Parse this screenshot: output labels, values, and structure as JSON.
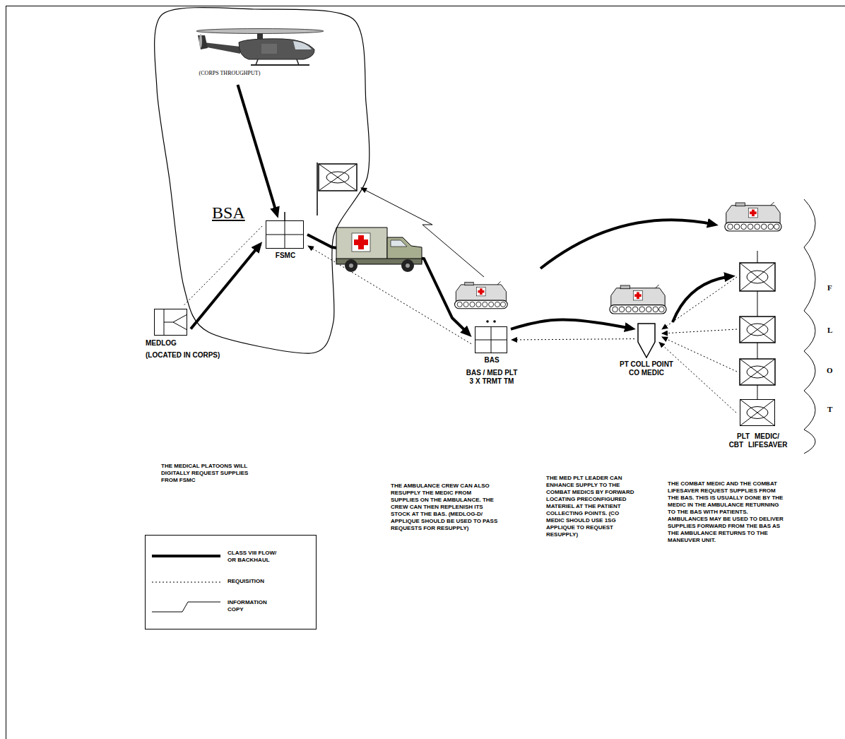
{
  "diagram": {
    "nodes": [
      {
        "text": [
          "BSA"
        ]
      },
      {
        "text": [
          "(CORPS THROUGHPUT)"
        ],
        "in": 0
      },
      {
        "text": [
          "FSMC"
        ],
        "in": 0
      },
      {
        "text": [
          "MEDLOG",
          "(LOCATED IN CORPS)"
        ]
      },
      {
        "text": [
          "BAS",
          "BAS / MED PLT 3 X TRMT TM"
        ]
      },
      {
        "text": [
          "PT COLL POINT CO MEDIC"
        ]
      },
      {
        "text": [
          "PLT MEDIC/ CBT LIFESAVER"
        ]
      }
    ],
    "edges": [
      {
        "from": 1,
        "to": 2,
        "arrow": "to"
      },
      {
        "from": 3,
        "to": 2,
        "arrow": "to"
      },
      {
        "from": 2,
        "to": 3,
        "arrow": "none"
      },
      {
        "from": 2,
        "to": 4,
        "arrow": "to"
      },
      {
        "from": 4,
        "to": 2,
        "arrow": "to"
      },
      {
        "from": 4,
        "to": 5,
        "arrow": "to"
      },
      {
        "from": 5,
        "to": 4,
        "arrow": "to"
      },
      {
        "from": 6,
        "to": 5,
        "arrow": "to"
      }
    ],
    "labels": [
      "F",
      "L",
      "O",
      "T",
      "THE MEDICAL PLATOONS WILL DIGITALLY REQUEST SUPPLIES FROM FSMC",
      "THE AMBULANCE CREW CAN ALSO RESUPPLY THE MEDIC FROM SUPPLIES ON THE AMBULANCE. THE CREW CAN THEN REPLENISH ITS STOCK AT THE BAS. (MEDLOG-D/ APPLIQUE SHOULD BE USED TO PASS REQUESTS FOR RESUPPLY)",
      "THE MED PLT LEADER CAN ENHANCE SUPPLY TO THE COMBAT MEDICS BY FORWARD LOCATING PRECONFIGURED MATERIEL AT THE PATIENT COLLECTING POINTS. (CO MEDIC SHOULD USE 1SG APPLIQUE TO REQUEST RESUPPLY)",
      "THE COMBAT MEDIC AND THE COMBAT LIFESAVER REQUEST SUPPLIES FROM THE BAS. THIS IS USUALLY DONE BY THE MEDIC IN THE AMBULANCE RETURNING TO THE BAS WITH PATIENTS. AMBULANCES MAY BE USED TO DELIVER SUPPLIES FORWARD FROM THE BAS AS THE AMBULANCE RETURNS TO THE MANEUVER UNIT."
    ],
    "legend": [
      {
        "text": "CLASS VIII FLOW/ OR BACKHAUL"
      },
      {
        "text": "REQUISITION"
      },
      {
        "text": "INFORMATION COPY"
      }
    ]
  }
}
